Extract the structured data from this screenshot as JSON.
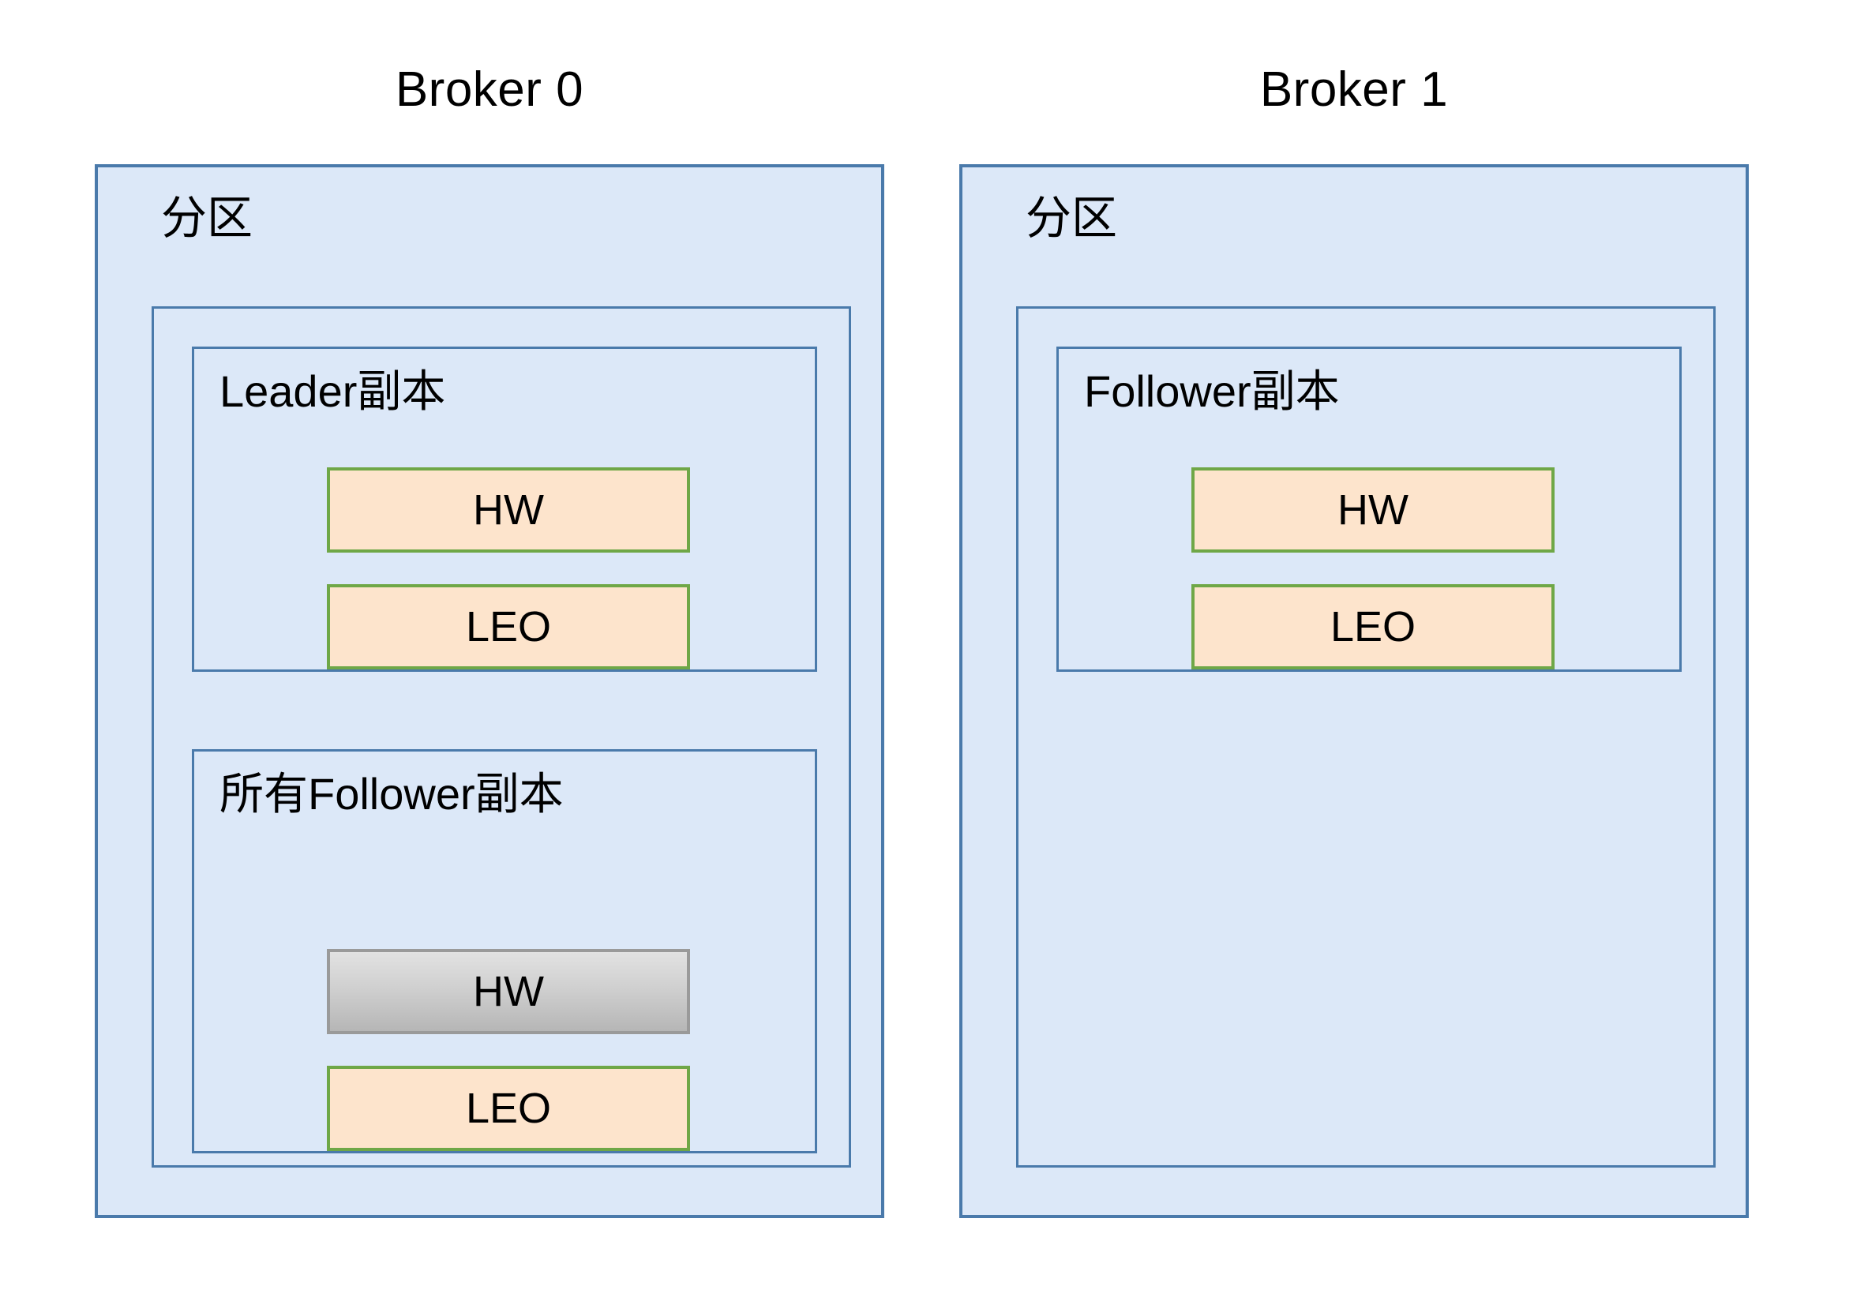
{
  "diagram": {
    "title_area": "Kafka HW/LEO replication diagram",
    "colors": {
      "box_fill": "#dce8f8",
      "box_border": "#4a7aab",
      "chip_orange_fill": "#fde4cc",
      "chip_orange_border": "#6fa747",
      "chip_gray_border": "#9a9a9a",
      "text": "#000000",
      "background": "#ffffff"
    }
  },
  "brokers": [
    {
      "title": "Broker 0",
      "partition_label": "分区",
      "replicas": [
        {
          "label": "Leader副本",
          "chips": [
            {
              "label": "HW",
              "style": "orange"
            },
            {
              "label": "LEO",
              "style": "orange"
            }
          ]
        },
        {
          "label": "所有Follower副本",
          "chips": [
            {
              "label": "HW",
              "style": "gray"
            },
            {
              "label": "LEO",
              "style": "orange"
            }
          ]
        }
      ]
    },
    {
      "title": "Broker 1",
      "partition_label": "分区",
      "replicas": [
        {
          "label": "Follower副本",
          "chips": [
            {
              "label": "HW",
              "style": "orange"
            },
            {
              "label": "LEO",
              "style": "orange"
            }
          ]
        }
      ]
    }
  ]
}
